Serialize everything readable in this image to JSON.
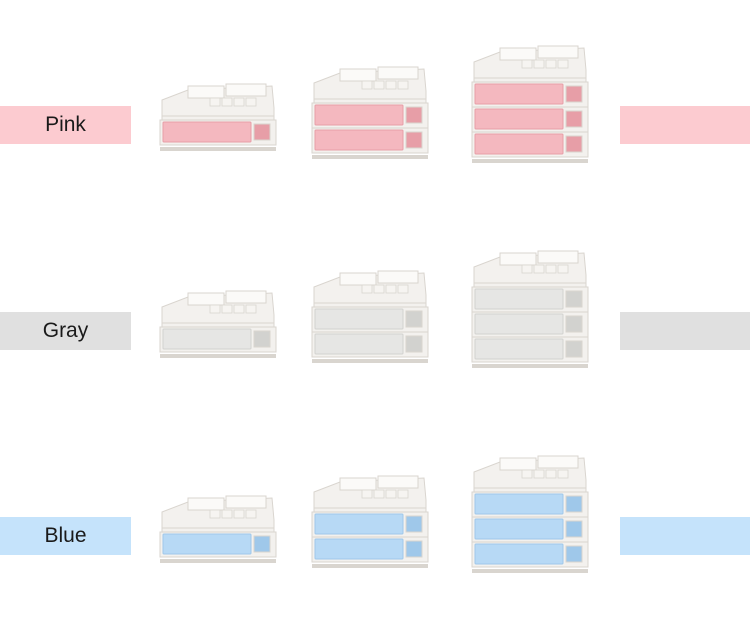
{
  "colors": {
    "pink": {
      "band": "#fccbd0",
      "drawer": "#f4b8bf",
      "drawer_dark": "#e79ea7"
    },
    "gray": {
      "band": "#e0e0e0",
      "drawer": "#e6e6e4",
      "drawer_dark": "#d2d2cf"
    },
    "blue": {
      "band": "#c5e3fb",
      "drawer": "#b7d9f5",
      "drawer_dark": "#9fc8ea"
    },
    "shell": "#f3f1ee",
    "shell_shadow": "#d9d5cf"
  },
  "rows": [
    {
      "key": "pink",
      "label": "Pink"
    },
    {
      "key": "gray",
      "label": "Gray"
    },
    {
      "key": "blue",
      "label": "Blue"
    }
  ]
}
